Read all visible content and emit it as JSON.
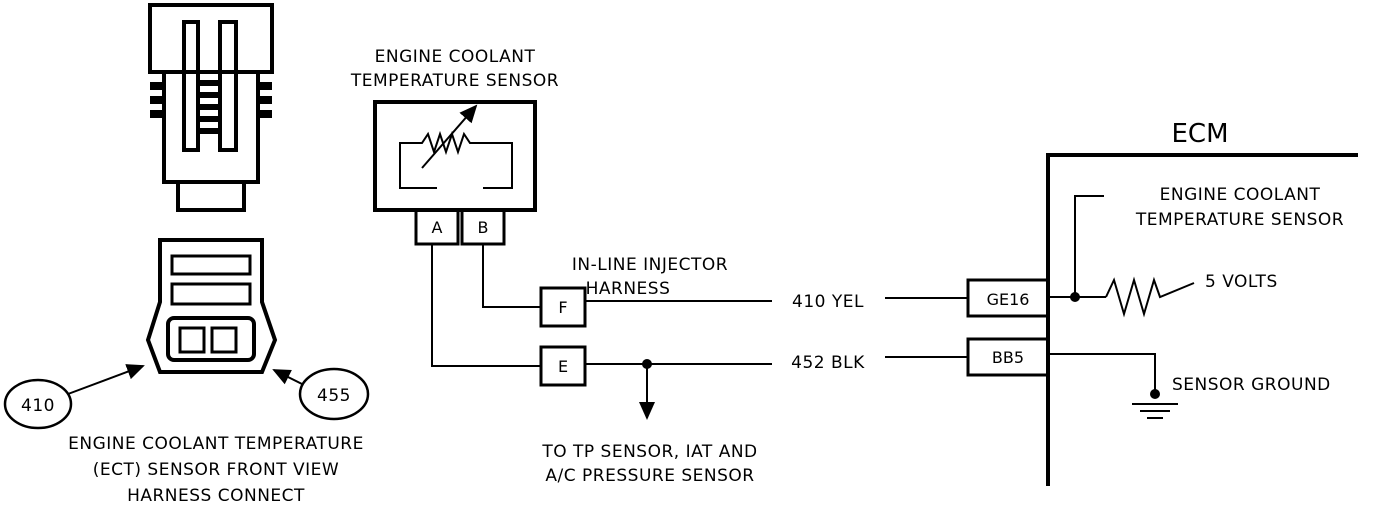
{
  "sensor_title": [
    "ENGINE COOLANT",
    "TEMPERATURE SENSOR"
  ],
  "sensor_pins": {
    "a": "A",
    "b": "B"
  },
  "harness_label": [
    "IN-LINE INJECTOR",
    "HARNESS"
  ],
  "harness_pins": {
    "f": "F",
    "e": "E"
  },
  "wires": {
    "signal": "410  YEL",
    "ground": "452 BLK"
  },
  "tp_note": [
    "TO TP SENSOR, IAT AND",
    "A/C PRESSURE SENSOR"
  ],
  "ecm": {
    "title": "ECM",
    "pin_signal": "GE16",
    "pin_ground": "BB5",
    "internal_label": [
      "ENGINE COOLANT",
      "TEMPERATURE SENSOR"
    ],
    "supply": "5 VOLTS",
    "ground": "SENSOR GROUND"
  },
  "connector": {
    "circuit_left": "410",
    "circuit_right": "455",
    "caption": [
      "ENGINE COOLANT TEMPERATURE",
      "(ECT) SENSOR FRONT VIEW",
      "HARNESS CONNECT"
    ]
  }
}
